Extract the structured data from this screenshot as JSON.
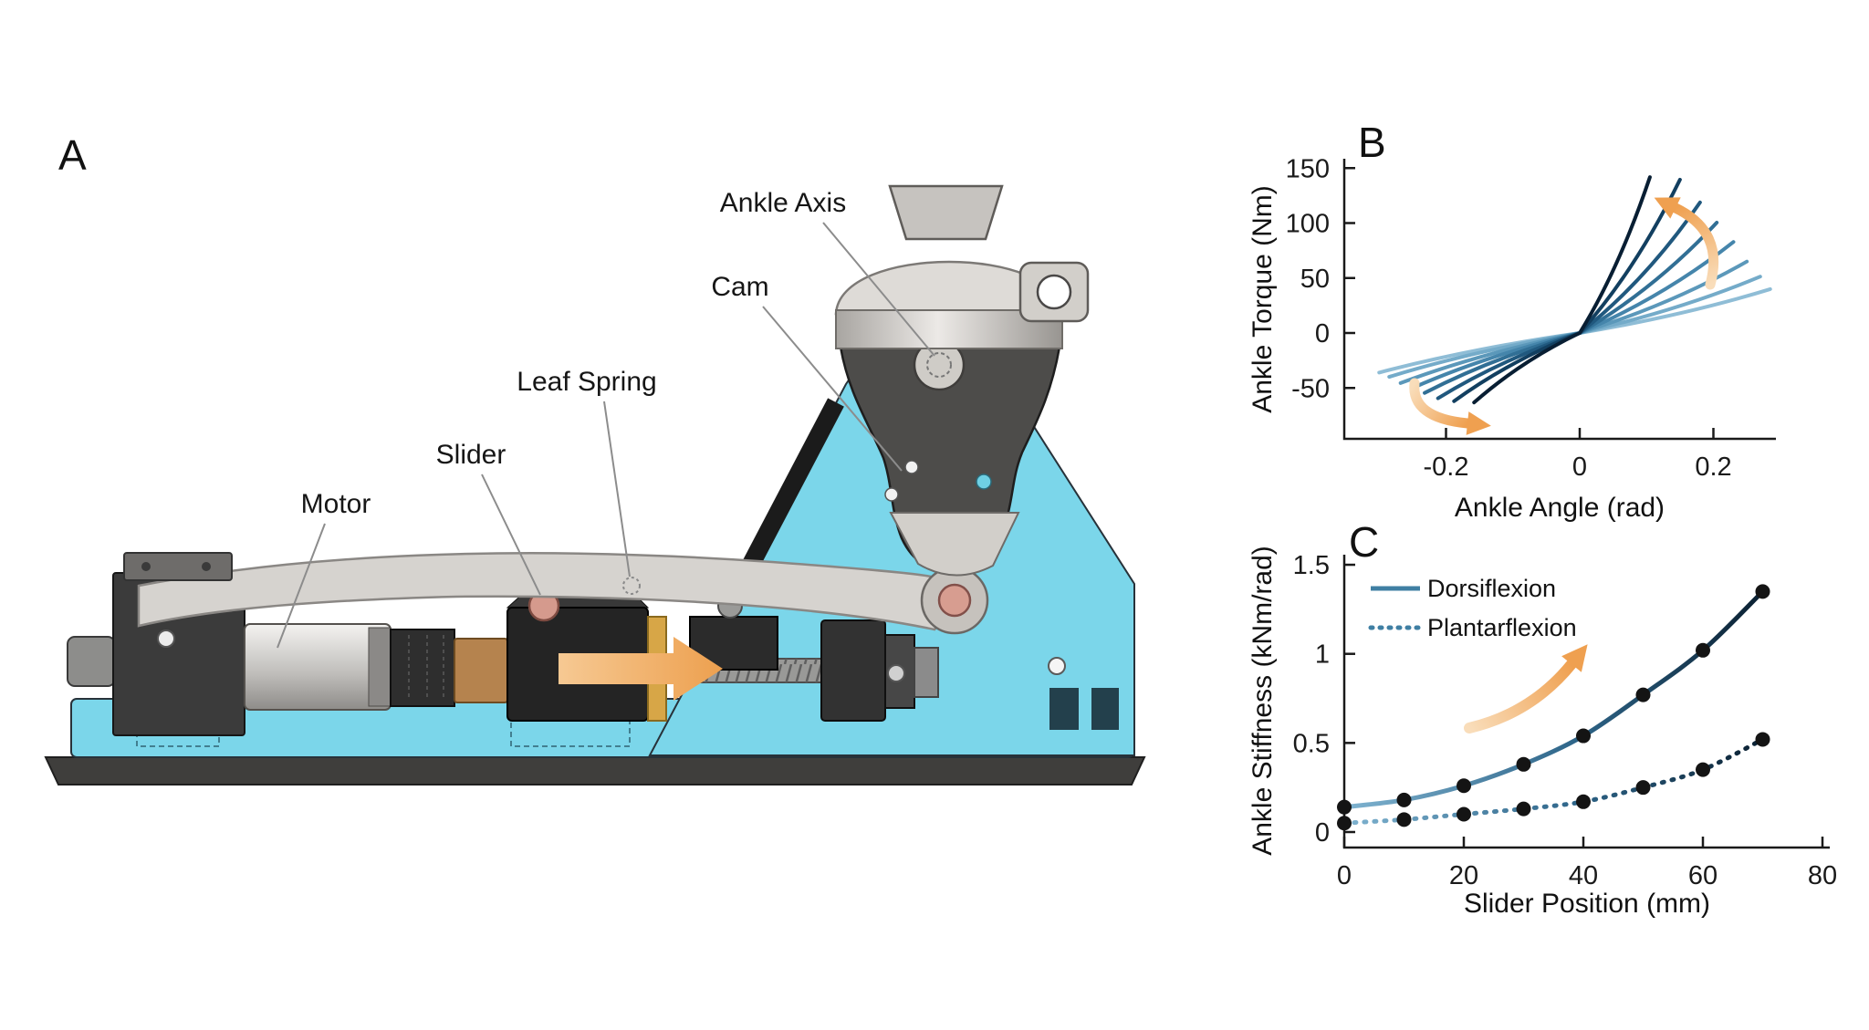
{
  "figure": {
    "background": "#ffffff",
    "panels": {
      "a": {
        "letter": "A",
        "labels": {
          "ankle_axis": "Ankle Axis",
          "cam": "Cam",
          "leaf_spring": "Leaf Spring",
          "slider": "Slider",
          "motor": "Motor"
        }
      },
      "b": {
        "letter": "B"
      },
      "c": {
        "letter": "C"
      }
    },
    "colors": {
      "frame_cyan": "#7bd6ea",
      "accent_orange": "#efa050",
      "curve_light": "#8fbdd6",
      "curve_dark": "#0a1f30",
      "datapoint_black": "#141414",
      "pin_pink": "#d79d90",
      "brass": "#d7a647"
    }
  },
  "chart_data": [
    {
      "id": "ankle-torque-vs-angle",
      "panel": "B",
      "type": "line",
      "title": "",
      "xlabel": "Ankle Angle (rad)",
      "ylabel": "Ankle Torque (Nm)",
      "xlim": [
        -0.35,
        0.29
      ],
      "ylim": [
        -96,
        158
      ],
      "grid": false,
      "x_ticks": [
        {
          "v": -0.2,
          "label": "-0.2"
        },
        {
          "v": 0,
          "label": "0"
        },
        {
          "v": 0.2,
          "label": "0.2"
        }
      ],
      "y_ticks": [
        {
          "v": -50,
          "label": "-50"
        },
        {
          "v": 0,
          "label": "0"
        },
        {
          "v": 50,
          "label": "50"
        },
        {
          "v": 100,
          "label": "100"
        },
        {
          "v": 150,
          "label": "150"
        }
      ],
      "note": "Fan of torque-angle curves through the origin; slope (stiffness, kNm/rad) increases from light to dark lines; orange arrows mark direction of increasing stiffness.",
      "series": [
        {
          "k_dorsi": 0.14,
          "k_planta": 0.12,
          "angle_pos": 0.285,
          "angle_neg": -0.3,
          "color": "#8fbdd6"
        },
        {
          "k_dorsi": 0.19,
          "k_planta": 0.14,
          "angle_pos": 0.27,
          "angle_neg": -0.285,
          "color": "#74abc9"
        },
        {
          "k_dorsi": 0.26,
          "k_planta": 0.17,
          "angle_pos": 0.25,
          "angle_neg": -0.268,
          "color": "#5b98ba"
        },
        {
          "k_dorsi": 0.36,
          "k_planta": 0.2,
          "angle_pos": 0.23,
          "angle_neg": -0.25,
          "color": "#4585ab"
        },
        {
          "k_dorsi": 0.49,
          "k_planta": 0.235,
          "angle_pos": 0.205,
          "angle_neg": -0.232,
          "color": "#316f95"
        },
        {
          "k_dorsi": 0.66,
          "k_planta": 0.28,
          "angle_pos": 0.18,
          "angle_neg": -0.212,
          "color": "#20587e"
        },
        {
          "k_dorsi": 0.93,
          "k_planta": 0.33,
          "angle_pos": 0.15,
          "angle_neg": -0.188,
          "color": "#123f60"
        },
        {
          "k_dorsi": 1.35,
          "k_planta": 0.4,
          "angle_pos": 0.105,
          "angle_neg": -0.158,
          "color": "#081e33"
        }
      ]
    },
    {
      "id": "ankle-stiffness-vs-slider-position",
      "panel": "C",
      "type": "line",
      "title": "",
      "xlabel": "Slider Position (mm)",
      "ylabel": "Ankle Stiffness (kNm/rad)",
      "xlim": [
        0,
        81
      ],
      "ylim": [
        -0.08,
        1.56
      ],
      "grid": false,
      "x_ticks": [
        {
          "v": 0,
          "label": "0"
        },
        {
          "v": 20,
          "label": "20"
        },
        {
          "v": 40,
          "label": "40"
        },
        {
          "v": 60,
          "label": "60"
        },
        {
          "v": 80,
          "label": "80"
        }
      ],
      "y_ticks": [
        {
          "v": 0,
          "label": "0"
        },
        {
          "v": 0.5,
          "label": "0.5"
        },
        {
          "v": 1,
          "label": "1"
        },
        {
          "v": 1.5,
          "label": "1.5"
        }
      ],
      "x": [
        0,
        10,
        20,
        30,
        40,
        50,
        60,
        70
      ],
      "series": [
        {
          "name": "Dorsiflexion",
          "style": "solid",
          "values": [
            0.14,
            0.18,
            0.26,
            0.38,
            0.54,
            0.77,
            1.02,
            1.35
          ]
        },
        {
          "name": "Plantarflexion",
          "style": "dotted",
          "values": [
            0.05,
            0.07,
            0.1,
            0.13,
            0.17,
            0.25,
            0.35,
            0.52
          ]
        }
      ],
      "legend": {
        "position": "top-left",
        "entries": [
          "Dorsiflexion",
          "Plantarflexion"
        ]
      }
    }
  ]
}
